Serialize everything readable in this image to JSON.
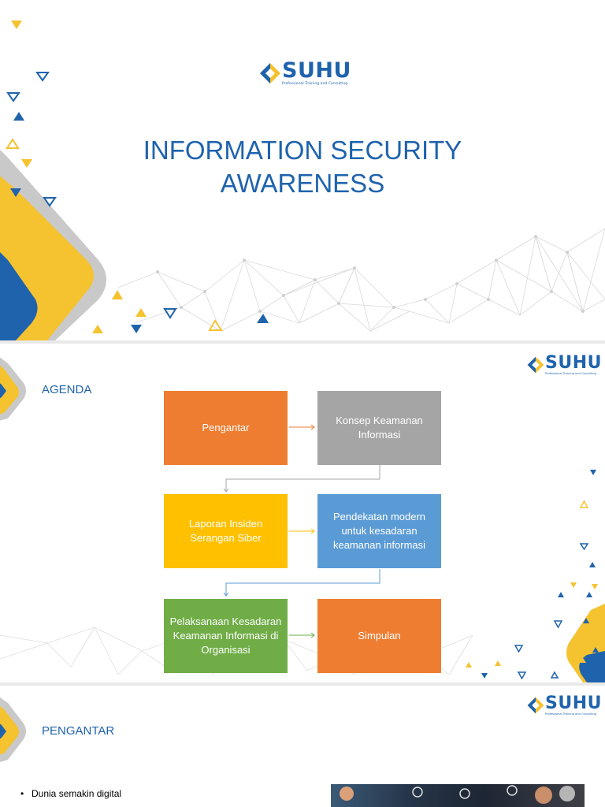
{
  "brand": {
    "name": "SUHU",
    "tagline": "Professional Training and Consulting",
    "color": "#1f63ad",
    "accent": "#f5c230"
  },
  "slide1": {
    "title_line1": "INFORMATION SECURITY",
    "title_line2": "AWARENESS"
  },
  "slide2": {
    "heading": "AGENDA",
    "flow": [
      {
        "label": "Pengantar",
        "color": "#ee7d31"
      },
      {
        "label": "Konsep Keamanan Informasi",
        "color": "#a5a5a5"
      },
      {
        "label": "Laporan Insiden Serangan Siber",
        "color": "#ffc000"
      },
      {
        "label": "Pendekatan modern untuk kesadaran keamanan informasi",
        "color": "#5b9bd5"
      },
      {
        "label": "Pelaksanaan Kesadaran Keamanan Informasi di Organisasi",
        "color": "#70ad47"
      },
      {
        "label": "Simpulan",
        "color": "#ee7d31"
      }
    ]
  },
  "slide3": {
    "heading": "PENGANTAR",
    "bullets": [
      "Dunia semakin digital"
    ]
  }
}
